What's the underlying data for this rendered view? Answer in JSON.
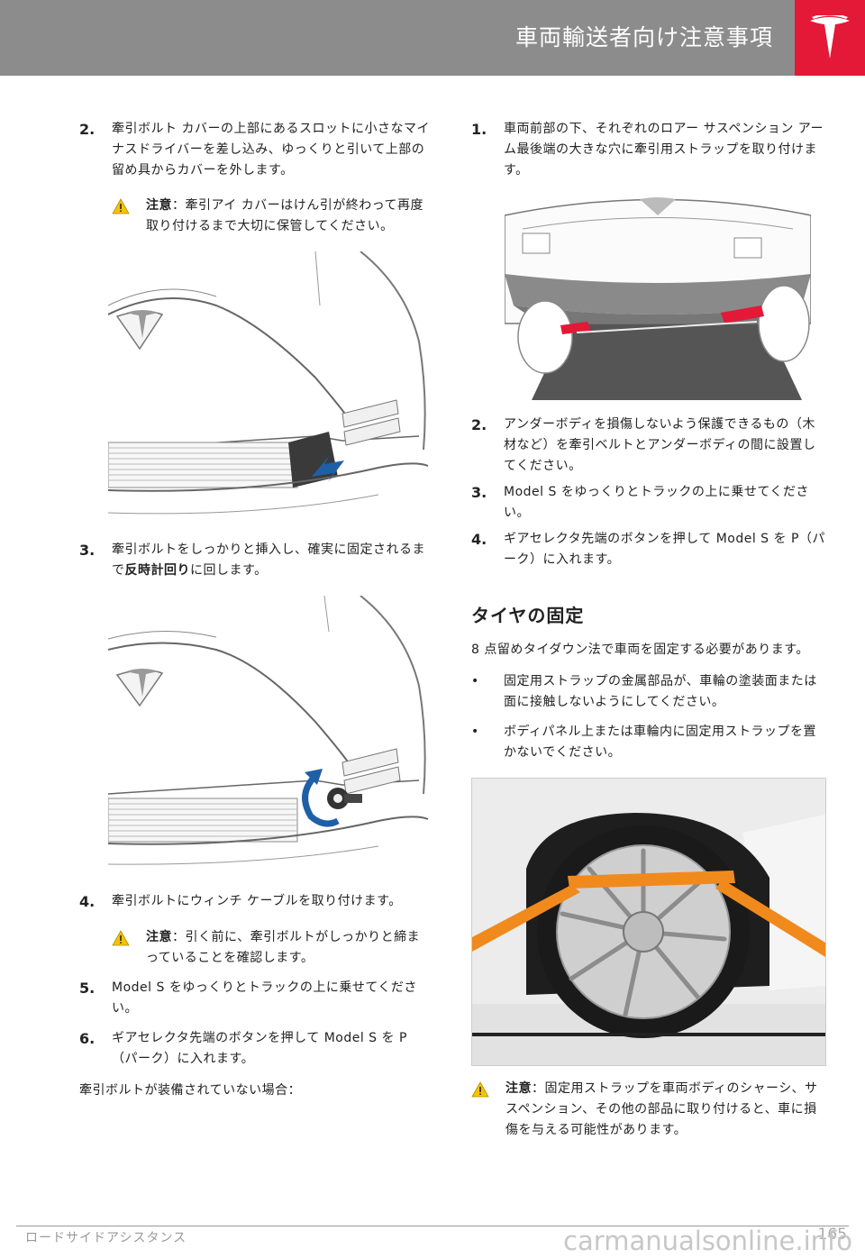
{
  "header": {
    "title": "車両輸送者向け注意事項"
  },
  "left": {
    "step2": {
      "num": "2.",
      "text": "牽引ボルト カバーの上部にあるスロットに小さなマイナスドライバーを差し込み、ゆっくりと引いて上部の留め具からカバーを外します。"
    },
    "warning1": {
      "label": "注意",
      "sep": "：",
      "text": "牽引アイ カバーはけん引が終わって再度取り付けるまで大切に保管してください。"
    },
    "step3": {
      "num": "3.",
      "text_before": "牽引ボルトをしっかりと挿入し、確実に固定されるまで",
      "text_bold": "反時計回り",
      "text_after": "に回します。"
    },
    "step4": {
      "num": "4.",
      "text": "牽引ボルトにウィンチ ケーブルを取り付けます。"
    },
    "warning2": {
      "label": "注意",
      "sep": "：",
      "text": "引く前に、牽引ボルトがしっかりと締まっていることを確認します。"
    },
    "step5": {
      "num": "5.",
      "text": "Model S をゆっくりとトラックの上に乗せてください。"
    },
    "step6": {
      "num": "6.",
      "text": "ギアセレクタ先端のボタンを押して Model S を P（パーク）に入れます。"
    },
    "closing": "牽引ボルトが装備されていない場合："
  },
  "right": {
    "step1": {
      "num": "1.",
      "text": "車両前部の下、それぞれのロアー サスペンション アーム最後端の大きな穴に牽引用ストラップを取り付けます。"
    },
    "step2": {
      "num": "2.",
      "text": "アンダーボディを損傷しないよう保護できるもの（木材など）を牽引ベルトとアンダーボディの間に設置してください。"
    },
    "step3": {
      "num": "3.",
      "text": "Model S をゆっくりとトラックの上に乗せてください。"
    },
    "step4": {
      "num": "4.",
      "text": "ギアセレクタ先端のボタンを押して Model S を P（パーク）に入れます。"
    },
    "section_title": "タイヤの固定",
    "intro": "8 点留めタイダウン法で車両を固定する必要があります。",
    "bullets": [
      {
        "dot": "•",
        "text": "固定用ストラップの金属部品が、車輪の塗装面または面に接触しないようにしてください。"
      },
      {
        "dot": "•",
        "text": "ボディパネル上または車輪内に固定用ストラップを置かないでください。"
      }
    ],
    "warning": {
      "label": "注意",
      "sep": "：",
      "text": "固定用ストラップを車両ボディのシャーシ、サスペンション、その他の部品に取り付けると、車に損傷を与える可能性があります。"
    }
  },
  "footer": {
    "left": "ロードサイドアシスタンス",
    "page": "165",
    "watermark": "carmanualsonline.info"
  },
  "colors": {
    "header": "#8c8c8c",
    "brand_red": "#e31937",
    "strap_orange": "#f08a1c",
    "arrow_blue": "#1f5fa8"
  },
  "icons": [
    "tesla-logo-icon",
    "warning-triangle-icon"
  ]
}
